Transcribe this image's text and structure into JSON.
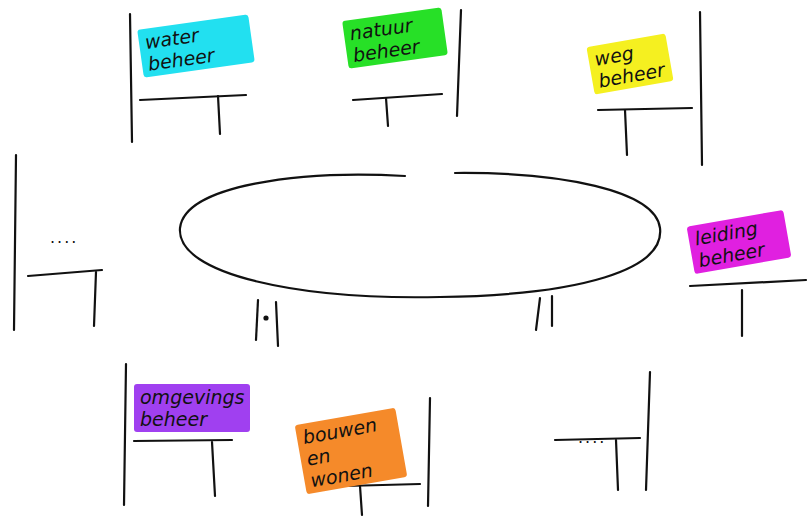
{
  "diagram": {
    "nodes": [
      {
        "text": [
          "water beheer"
        ]
      },
      {
        "text": [
          "natuur beheer"
        ]
      },
      {
        "text": [
          "weg beheer"
        ]
      },
      {
        "text": [
          "leiding beheer"
        ]
      },
      {
        "text": [
          "omgevings beheer"
        ]
      },
      {
        "text": [
          "bouwen en wonen"
        ]
      }
    ],
    "labels": [
      "....",
      "...."
    ]
  }
}
